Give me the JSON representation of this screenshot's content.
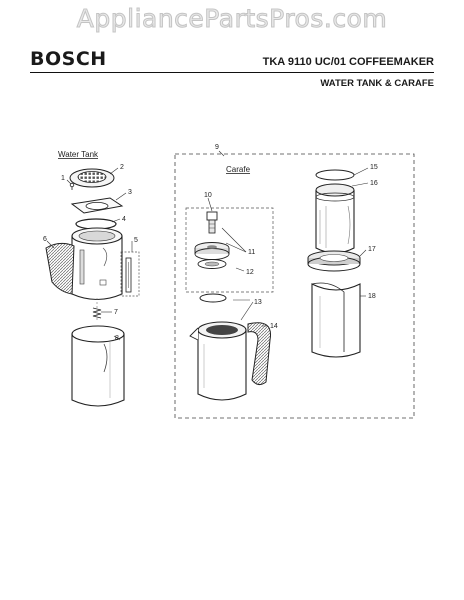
{
  "watermark": "AppliancePartsPros.com",
  "header": {
    "brand": "BOSCH",
    "model": "TKA 9110 UC/01 COFFEEMAKER",
    "section": "WATER TANK & CARAFE"
  },
  "groups": {
    "water_tank": "Water Tank",
    "carafe": "Carafe"
  },
  "callouts": {
    "c1": "1",
    "c2": "2",
    "c3": "3",
    "c4": "4",
    "c5": "5",
    "c6": "6",
    "c7": "7",
    "c8": "8",
    "c9": "9",
    "c10": "10",
    "c11": "11",
    "c12": "12",
    "c13": "13",
    "c14": "14",
    "c15": "15",
    "c16": "16",
    "c17": "17",
    "c18": "18"
  }
}
